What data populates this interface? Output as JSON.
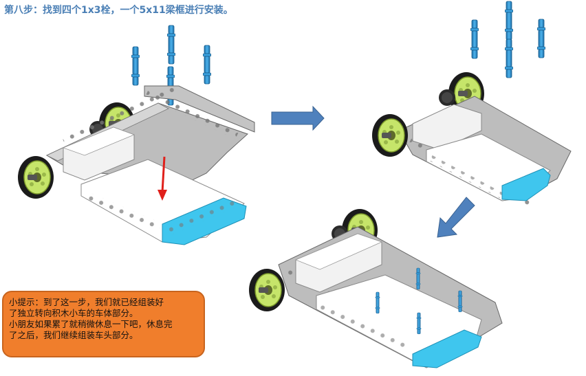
{
  "title": "第八步：找到四个1x3栓，一个5x11梁框进行安装。",
  "tip": {
    "lines": [
      "小提示：到了这一步，我们就已经组装好",
      "了独立转向积木小车的车体部分。",
      "小朋友如果累了就稍微休息一下吧，休息完",
      "了之后，我们继续组装车头部分。"
    ]
  },
  "colors": {
    "title": "#4a7fb5",
    "tip_background": "#f07e2c",
    "arrow_blue": "#4f81bd",
    "insert_arrow": "#e0201b",
    "pin_blue": "#2b8fd0",
    "frame_highlight": "#3fc6ee",
    "beam_grey": "#c9c9c9",
    "wheel_hub": "#c6e56a"
  }
}
